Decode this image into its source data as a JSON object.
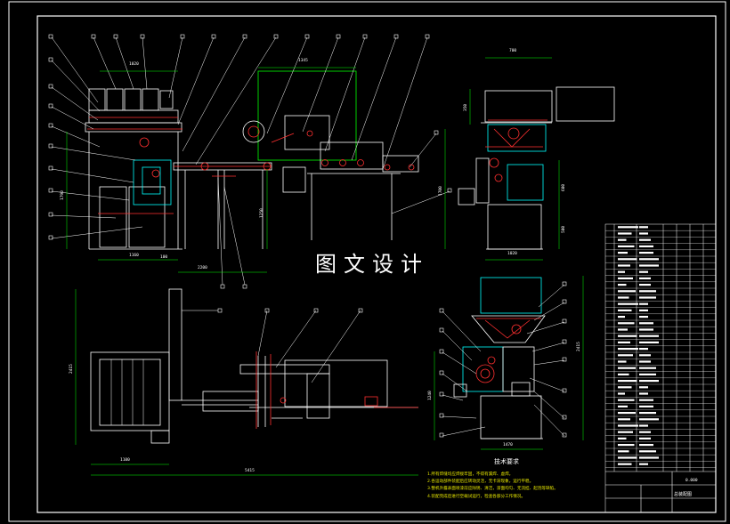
{
  "watermark": "图文设计",
  "technical_requirements": {
    "title": "技术要求",
    "lines": [
      "1.所有焊缝均应焊接牢固，不得有漏焊、虚焊。",
      "2.各运动部件装配后应转动灵活，无卡滞现象，运行平稳。",
      "3.整机外露表面喷漆前应除锈、清洁，漆面均匀、无流挂、起泡等缺陷。",
      "4.装配完成后进行空载试运行，检查各部分工作情况。"
    ]
  },
  "title_block": {
    "drawing_code": "0.000",
    "drawing_name": "总装配图"
  },
  "dimensions": {
    "top_width_1": "1020",
    "top_width_2": "1345",
    "side_top": "700",
    "side_bottom": "1020",
    "height_left": "1790",
    "height_mid": "1250",
    "right_height_1": "1700",
    "base_1": "1160",
    "base_2": "2200",
    "mid_small": "100",
    "side_h1": "350",
    "side_h2": "600",
    "side_h3": "500",
    "plan_h": "2415",
    "plan_w1": "1100",
    "plan_w2": "5415",
    "front_w": "1470",
    "front_h1": "1240",
    "front_h2": "2415"
  },
  "colors": {
    "background": "#000000",
    "white": "#ffffff",
    "red": "#ff3030",
    "green": "#00ff00",
    "cyan": "#00ffff",
    "yellow": "#e6e600",
    "magenta": "#ff00ff"
  }
}
